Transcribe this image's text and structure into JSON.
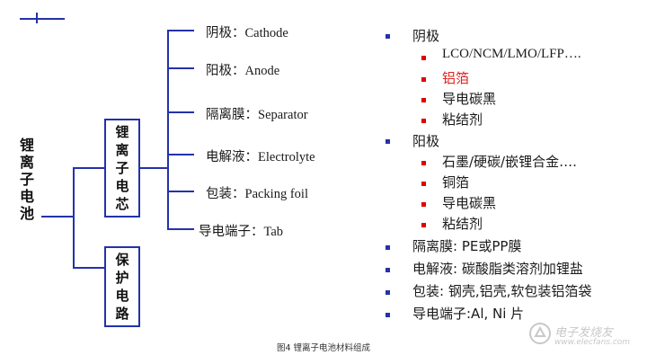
{
  "root_label": "锂离子电池",
  "nodes": {
    "cell": "锂离子电芯",
    "protection": "保护电路"
  },
  "branches": [
    "阴极：Cathode",
    "阳极：Anode",
    "隔离膜：Separator",
    "电解液：Electrolyte",
    "包装：Packing foil",
    "导电端子：Tab"
  ],
  "details": {
    "cathode": {
      "heading": "阴极",
      "items": [
        "LCO/NCM/LMO/LFP….",
        "铝箔",
        "导电碳黑",
        "粘结剂"
      ]
    },
    "anode": {
      "heading": "阳极",
      "items": [
        "石墨/硬碳/嵌锂合金….",
        "铜箔",
        "导电碳黑",
        "粘结剂"
      ]
    },
    "separator": "隔离膜: PE或PP膜",
    "electrolyte": "电解液: 碳酸脂类溶剂加锂盐",
    "packing": "包装: 钢壳,铝壳,软包装铝箔袋",
    "tab": "导电端子:Al, Ni 片"
  },
  "caption": "图4  锂离子电池材料组成",
  "watermark": {
    "title": "电子发烧友",
    "url": "www.elecfans.com"
  },
  "colors": {
    "line": "#2432a8",
    "bullet_blue": "#2432a8",
    "bullet_red": "#e00000",
    "highlight_text": "#e02020"
  }
}
